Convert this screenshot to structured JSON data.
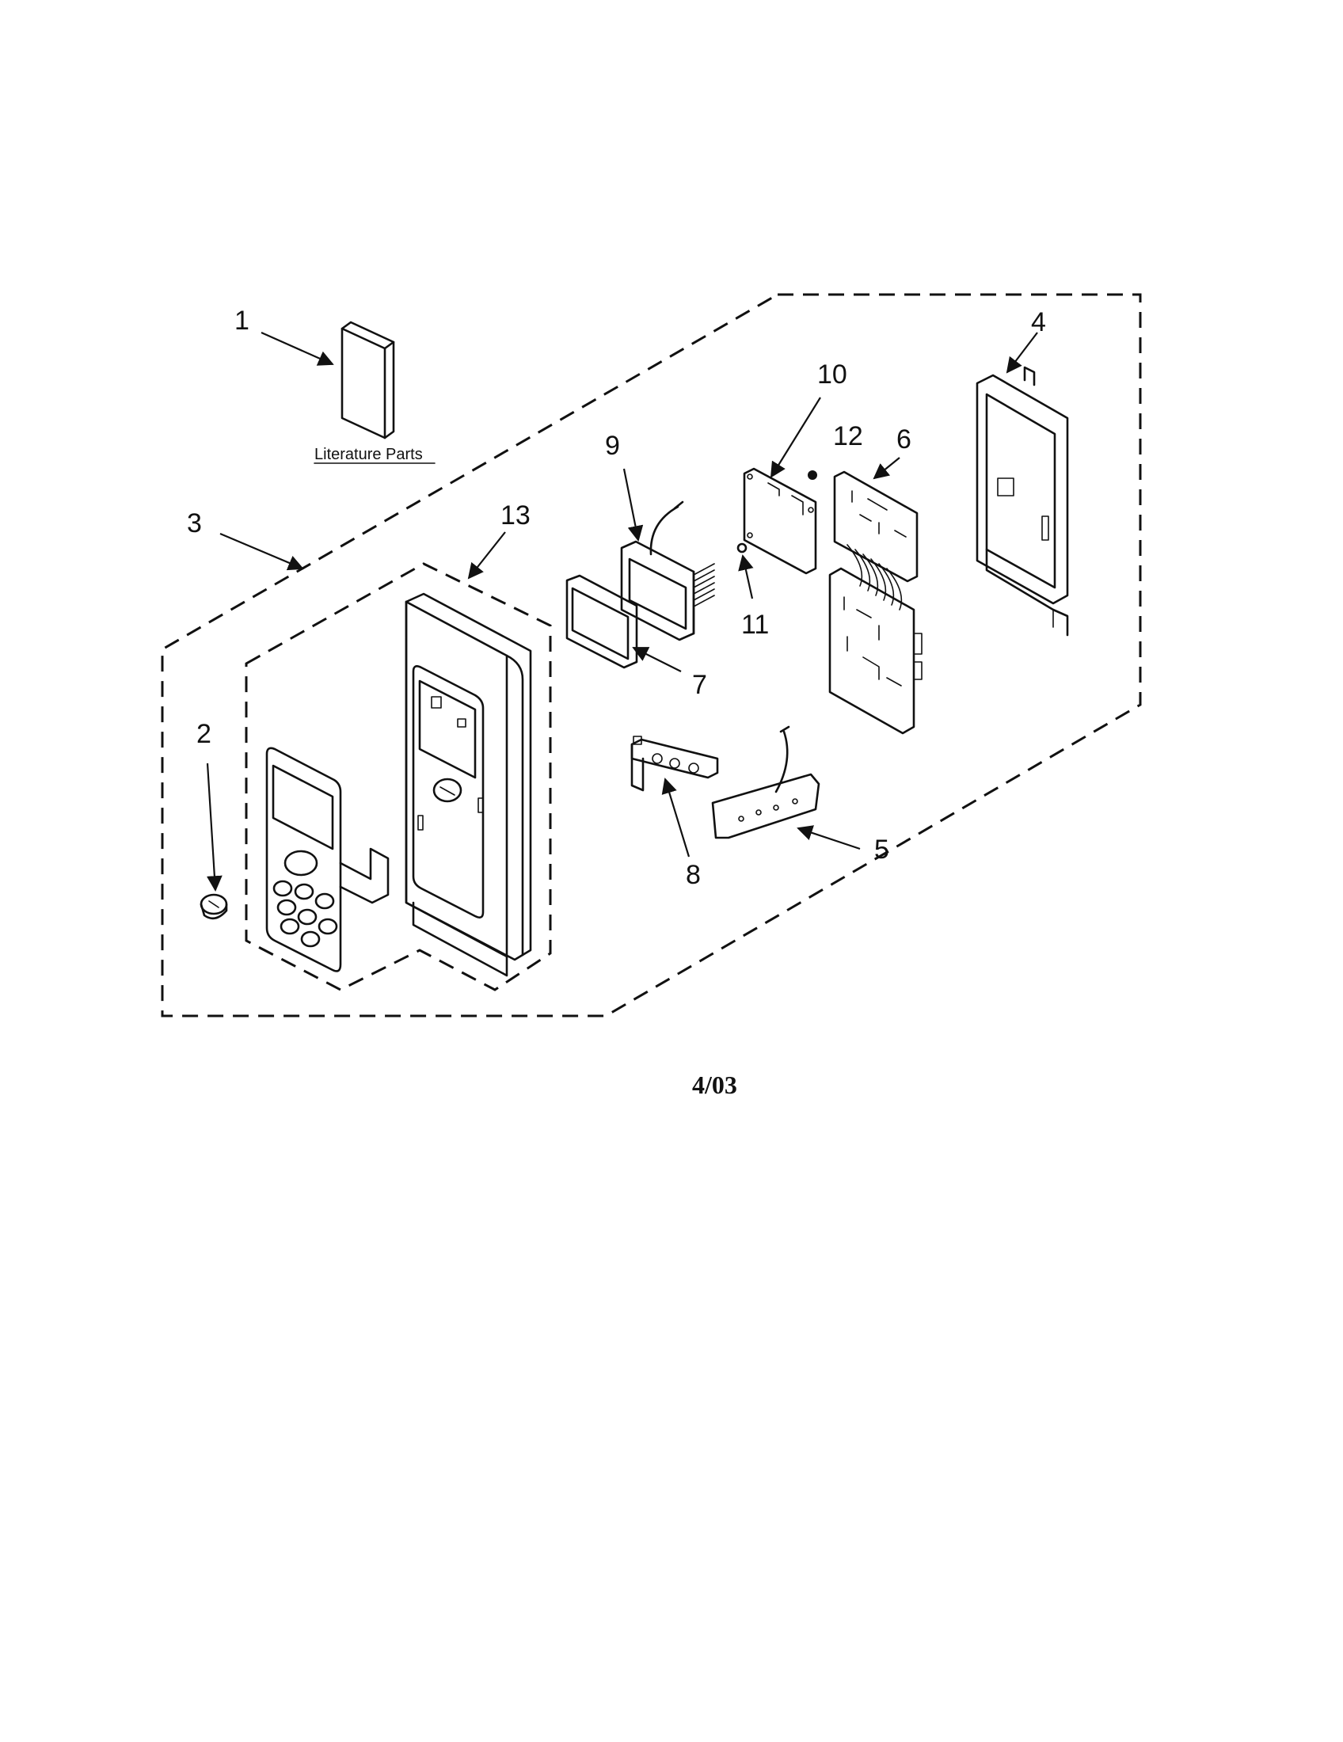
{
  "diagram": {
    "literature_label": "Literature Parts",
    "date_code": "4/03",
    "callouts": [
      "1",
      "2",
      "3",
      "4",
      "5",
      "6",
      "7",
      "8",
      "9",
      "10",
      "11",
      "12",
      "13"
    ]
  },
  "colors": {
    "line": "#111111",
    "background": "#ffffff"
  }
}
